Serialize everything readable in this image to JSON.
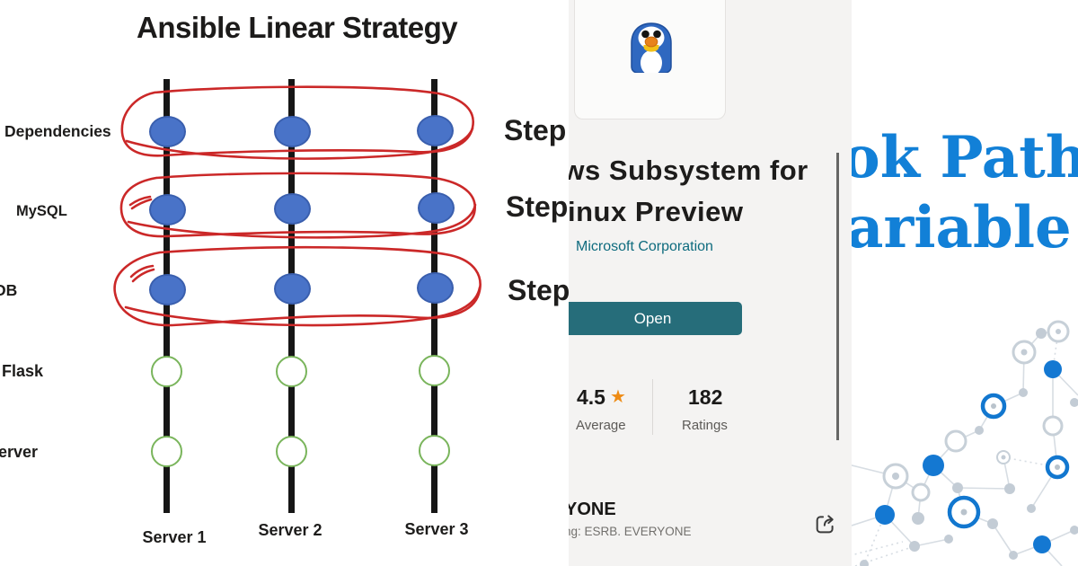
{
  "diagram": {
    "title": "Ansible Linear Strategy",
    "row_labels": [
      "Dependencies",
      "MySQL",
      "DB",
      "Flask",
      "erver"
    ],
    "step_labels": [
      "Step",
      "Step",
      "Step"
    ],
    "server_labels": [
      "Server 1",
      "Server 2",
      "Server 3"
    ],
    "colors": {
      "completed_task": "#4973c8",
      "pending_task_stroke": "#7ab55c",
      "highlight_oval": "#cb2828",
      "timeline": "#161616"
    }
  },
  "store": {
    "app_icon": "tux-penguin-icon",
    "app_title_line1": "ows Subsystem for",
    "app_title_line2": "inux Preview",
    "publisher": "Microsoft Corporation",
    "open_button_label": "Open",
    "rating_value": "4.5",
    "rating_star_icon": "star-icon",
    "rating_average_label": "Average",
    "rating_count": "182",
    "rating_count_label": "Ratings",
    "age_rating_visible": "YONE",
    "age_rating_detail_visible": "ng: ESRB. EVERYONE",
    "share_icon": "share-icon",
    "colors": {
      "open_button": "#266d7a",
      "publisher_link": "#0e6b7e",
      "star": "#ee8b15"
    }
  },
  "banner": {
    "heading_line1": "ok Path",
    "heading_line2": "ariable",
    "colors": {
      "heading": "#1280d7",
      "network_gray": "#c7d0d8",
      "network_blue": "#1478d2"
    }
  }
}
